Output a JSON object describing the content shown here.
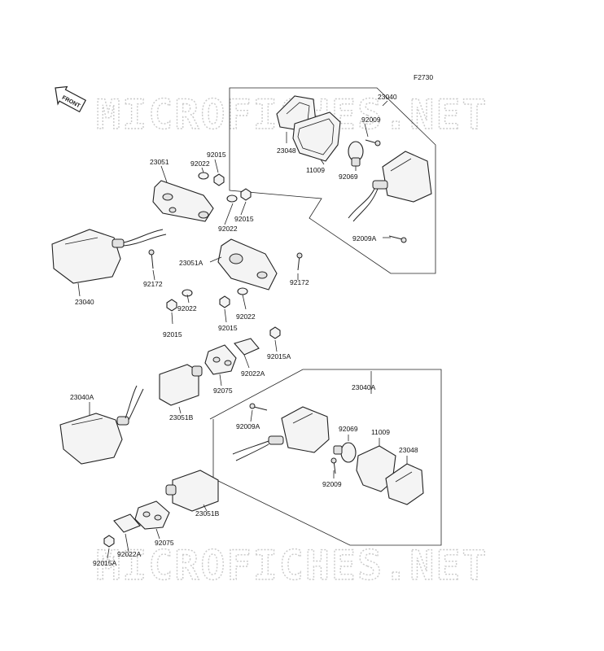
{
  "figure_code": "F2730",
  "front_arrow_label": "FRONT",
  "watermark": "MICROFICHES.NET",
  "labels": {
    "l23040_top": "23040",
    "l92009_top": "92009",
    "l23048_top": "23048",
    "l11009_top": "11009",
    "l92069_top": "92069",
    "l92009A_top": "92009A",
    "l23051": "23051",
    "l92015_a": "92015",
    "l92022_a": "92022",
    "l92015_b": "92015",
    "l92022_b": "92022",
    "l23040_left": "23040",
    "l92172_left": "92172",
    "l23051A": "23051A",
    "l92172_right": "92172",
    "l92022_c": "92022",
    "l92015_c": "92015",
    "l92022_d": "92022",
    "l92015_d": "92015",
    "l92015A_top": "92015A",
    "l92022A_top": "92022A",
    "l92075_top": "92075",
    "l23051B_top": "23051B",
    "l23040A_left": "23040A",
    "l23040A_right": "23040A",
    "l92009A_bot": "92009A",
    "l92069_bot": "92069",
    "l11009_bot": "11009",
    "l23048_bot": "23048",
    "l92009_bot": "92009",
    "l23051B_bot": "23051B",
    "l92075_bot": "92075",
    "l92022A_bot": "92022A",
    "l92015A_bot": "92015A"
  }
}
